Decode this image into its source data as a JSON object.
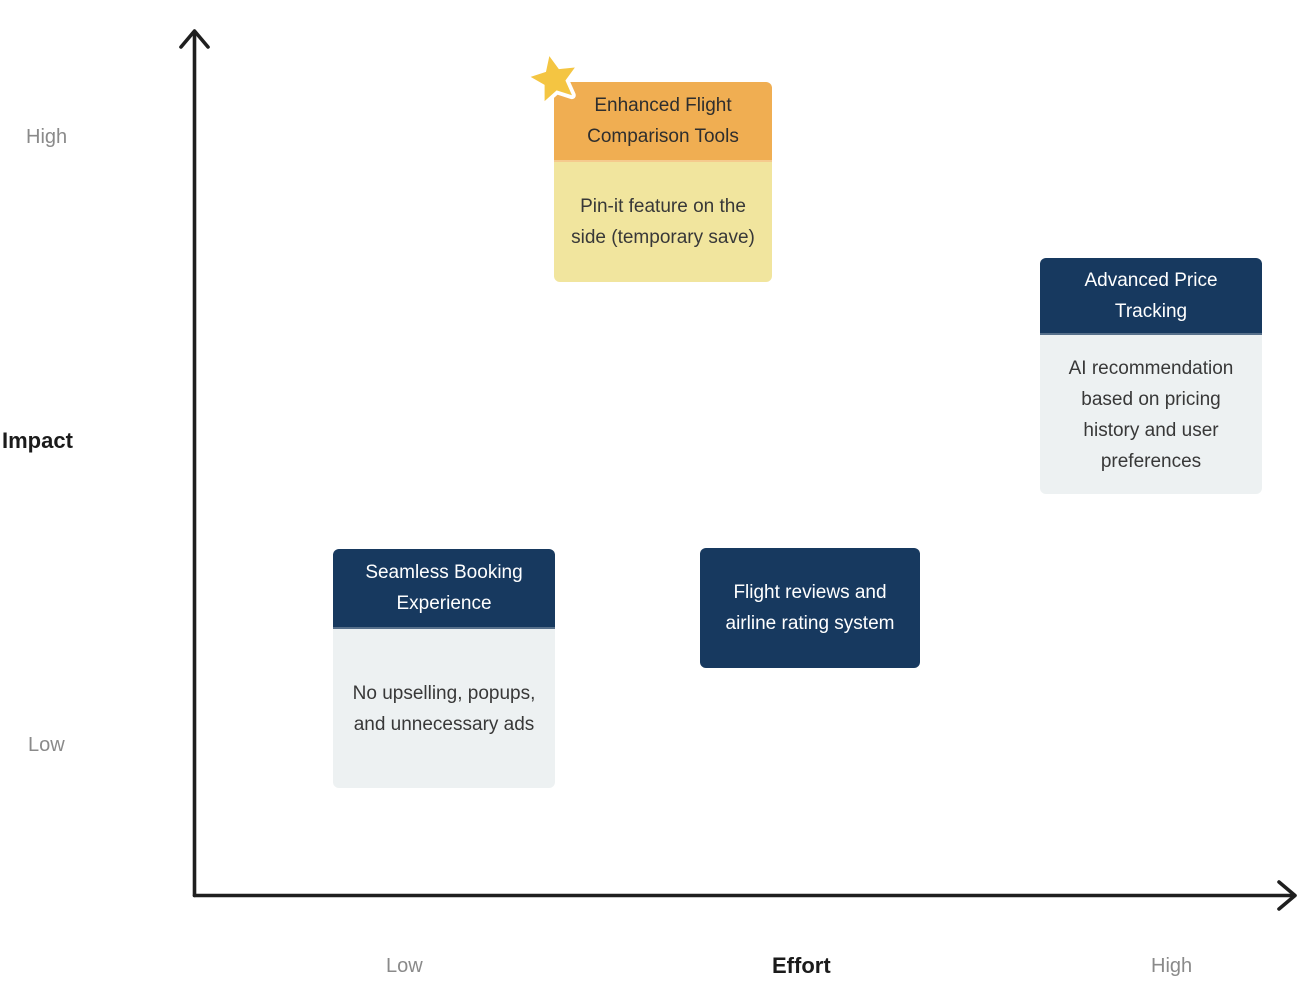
{
  "axes": {
    "y": {
      "title": "Impact",
      "top_label": "High",
      "bottom_label": "Low"
    },
    "x": {
      "title": "Effort",
      "left_label": "Low",
      "right_label": "High"
    }
  },
  "cards": [
    {
      "id": "enhanced-flight-comparison-tools",
      "title": "Enhanced Flight Comparison Tools",
      "note": "Pin-it feature on the side (temporary save)",
      "style": "warm",
      "starred": true,
      "placement": {
        "impact": "high",
        "effort": "medium-low"
      }
    },
    {
      "id": "advanced-price-tracking",
      "title": "Advanced Price Tracking",
      "note": "AI recommendation based on pricing history and user preferences",
      "style": "navy",
      "starred": false,
      "placement": {
        "impact": "medium-high",
        "effort": "high"
      }
    },
    {
      "id": "seamless-booking-experience",
      "title": "Seamless Booking Experience",
      "note": "No upselling, popups, and unnecessary ads",
      "style": "navy",
      "starred": false,
      "placement": {
        "impact": "low",
        "effort": "low"
      }
    },
    {
      "id": "flight-reviews-and-airline-rating-system",
      "title": "Flight reviews and airline rating system",
      "note": null,
      "style": "navy-solid",
      "starred": false,
      "placement": {
        "impact": "medium-low",
        "effort": "medium"
      }
    }
  ],
  "icons": {
    "star": "star-icon"
  },
  "colors": {
    "navy": "#17395F",
    "orange_header": "#F0AE52",
    "yellow_body": "#F1E59E",
    "light_body": "#EDF1F2",
    "star_gold": "#F4C542",
    "axis": "#1F1F1F",
    "muted_label": "#8A8A8A"
  }
}
